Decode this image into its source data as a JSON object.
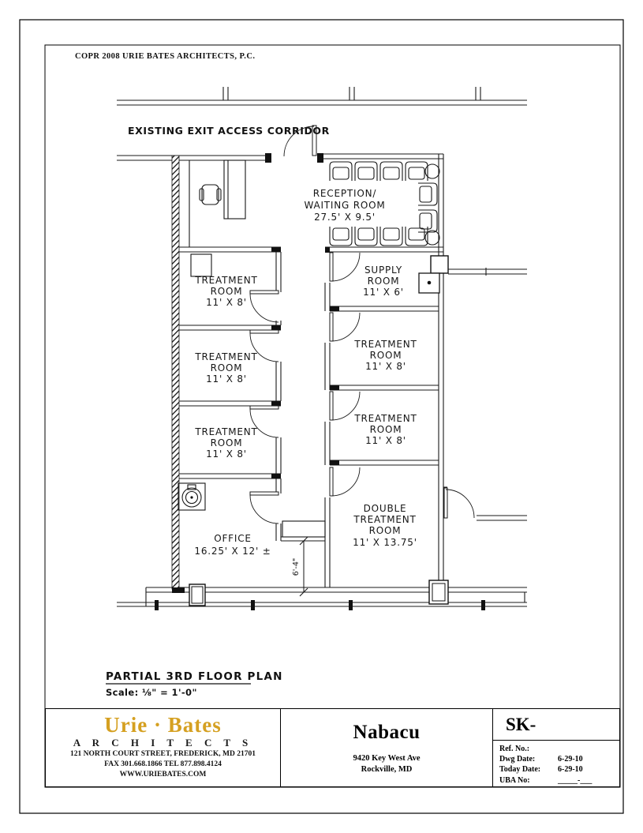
{
  "sheet": {
    "copyright": "COPR 2008 URIE BATES ARCHITECTS, P.C."
  },
  "plan": {
    "corridor_label": "EXISTING EXIT ACCESS CORRIDOR",
    "title": "PARTIAL 3RD FLOOR PLAN",
    "scale": "Scale: ⅛\" = 1'-0\"",
    "dimension": "6'-4\"",
    "rooms": {
      "reception": {
        "lines": [
          "RECEPTION/",
          "WAITING ROOM",
          "27.5' X 9.5'"
        ]
      },
      "supply": {
        "lines": [
          "SUPPLY",
          "ROOM",
          "11' X 6'"
        ]
      },
      "treatment_left_1": {
        "lines": [
          "TREATMENT",
          "ROOM",
          "11' X 8'"
        ]
      },
      "treatment_left_2": {
        "lines": [
          "TREATMENT",
          "ROOM",
          "11' X 8'"
        ]
      },
      "treatment_left_3": {
        "lines": [
          "TREATMENT",
          "ROOM",
          "11' X 8'"
        ]
      },
      "treatment_right_1": {
        "lines": [
          "TREATMENT",
          "ROOM",
          "11' X 8'"
        ]
      },
      "treatment_right_2": {
        "lines": [
          "TREATMENT",
          "ROOM",
          "11' X 8'"
        ]
      },
      "double_treatment": {
        "lines": [
          "DOUBLE",
          "TREATMENT",
          "ROOM",
          "11' X 13.75'"
        ]
      },
      "office": {
        "lines": [
          "OFFICE",
          "16.25' X 12' ±"
        ]
      }
    }
  },
  "title_block": {
    "firm": {
      "name": "Urie · Bates",
      "subtitle": "A R C H I T E C T S",
      "address": "121 NORTH COURT STREET, FREDERICK, MD 21701",
      "phones": "FAX 301.668.1866   TEL 877.898.4124",
      "website": "WWW.URIEBATES.COM",
      "accent_color": "#D5A021"
    },
    "client": {
      "name": "Nabacu",
      "address_line1": "9420 Key West Ave",
      "address_line2": "Rockville, MD"
    },
    "drawing": {
      "sheet_no": "SK-",
      "ref_no_label": "Ref. No.:",
      "dwg_date_label": "Dwg Date:",
      "dwg_date": "6-29-10",
      "today_date_label": "Today Date:",
      "today_date": "6-29-10",
      "uba_no_label": "UBA No:",
      "uba_no": "_____-___"
    }
  }
}
